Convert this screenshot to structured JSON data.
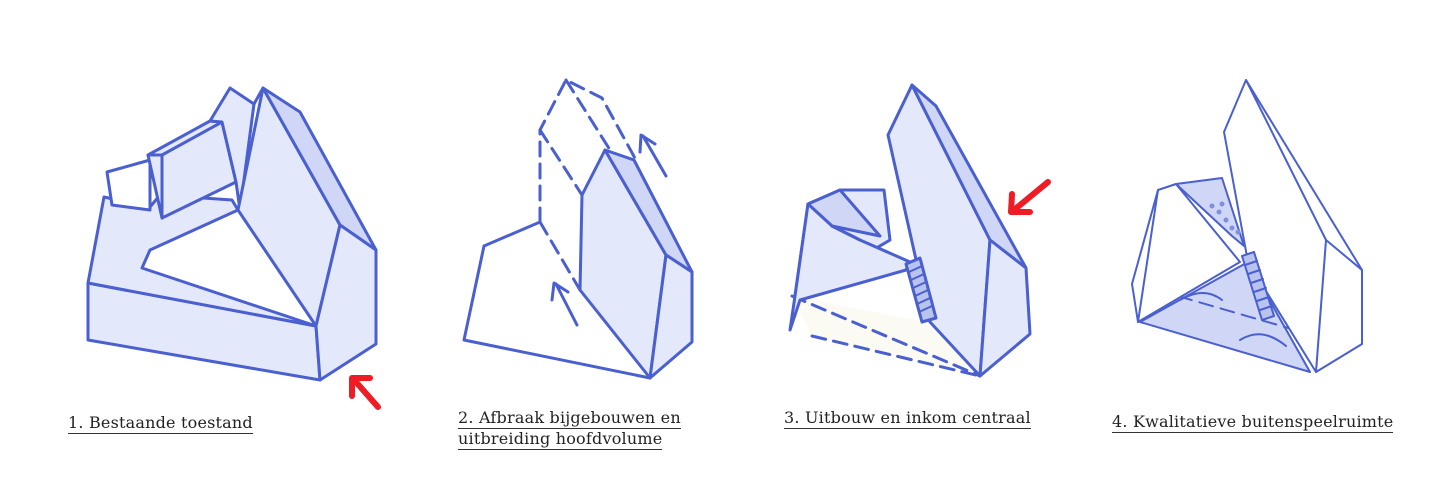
{
  "steps": [
    {
      "caption_lines": [
        "1. Bestaande toestand"
      ]
    },
    {
      "caption_lines": [
        "2. Afbraak bijgebouwen en",
        "uitbreiding hoofdvolume"
      ]
    },
    {
      "caption_lines": [
        "3. Uitbouw en inkom centraal"
      ]
    },
    {
      "caption_lines": [
        "4. Kwalitatieve buitenspeelruimte"
      ]
    }
  ],
  "colors": {
    "sketch_line": "#4a5fd0",
    "sketch_fill": "#e4e8fb",
    "highlight_arrow": "#ee1c24",
    "caption_text": "#222222"
  }
}
